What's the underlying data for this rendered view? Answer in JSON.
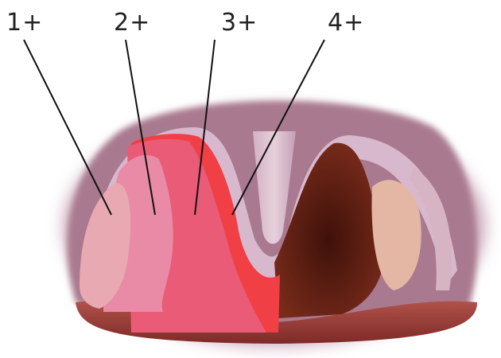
{
  "labels": [
    {
      "id": "grade-1",
      "text": "1+"
    },
    {
      "id": "grade-2",
      "text": "2+"
    },
    {
      "id": "grade-3",
      "text": "3+"
    },
    {
      "id": "grade-4",
      "text": "4+"
    }
  ],
  "colors": {
    "background": "#ffffff",
    "label_text": "#222222",
    "leader_line": "#111111",
    "mucosa_outer": "#c9a5b8",
    "mucosa_inner": "#a9798f",
    "palate_light": "#d8b8cc",
    "tongue": "#9e3d3a",
    "airway": "#5a1d12",
    "tonsil_natural": "#e3b7a4",
    "grade_1_fill": "#e8a9b3",
    "grade_2_fill": "#e98ba6",
    "grade_3_fill": "#ea5b78",
    "grade_4_fill": "#f13f46"
  },
  "illustration": "oropharynx-tonsil-grading"
}
